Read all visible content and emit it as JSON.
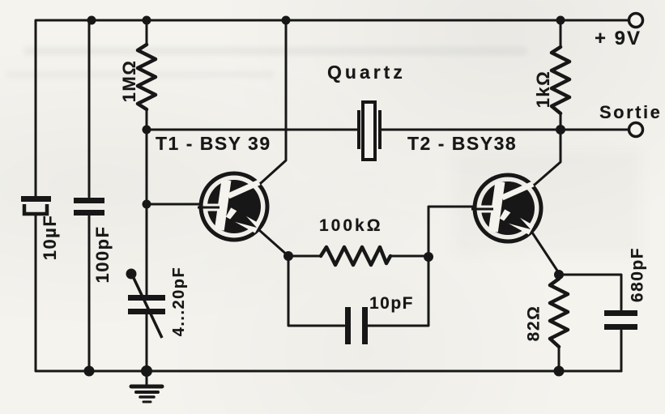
{
  "schematic": {
    "description": "Quartz crystal oscillator circuit with two BSY transistors, 9V supply and output (Sortie)",
    "power": {
      "supply_label": "+ 9V",
      "output_label": "Sortie"
    },
    "crystal": {
      "label": "Quartz"
    },
    "transistors": {
      "t1": "T1 - BSY 39",
      "t2": "T2 - BSY38"
    },
    "resistors": {
      "bias": "1MΩ",
      "load": "1kΩ",
      "coupling": "100kΩ",
      "emitter": "82Ω"
    },
    "capacitors": {
      "input": "10µF",
      "decoupling": "100pF",
      "trimmer": "4...20pF",
      "coupling": "10pF",
      "emitter": "680pF"
    }
  },
  "colors": {
    "ink": "#171717",
    "paper": "#f4f3ee"
  }
}
